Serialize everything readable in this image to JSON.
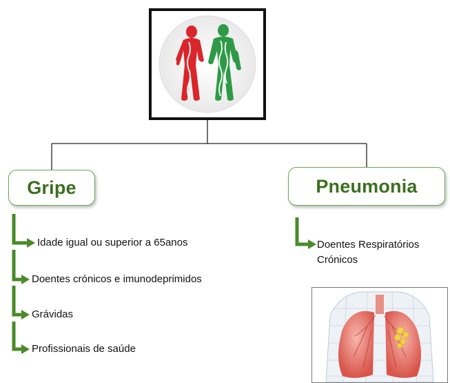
{
  "logo": {
    "icon": "two-human-figures-red-green-logo",
    "colors": {
      "left": "#d9262a",
      "right": "#2e9a47"
    }
  },
  "branches": {
    "gripe": {
      "title": "Gripe",
      "items": [
        "Idade igual ou superior a 65anos",
        "Doentes crónicos e imunodeprimidos",
        "Grávidas",
        "Profissionais de saúde"
      ]
    },
    "pneumonia": {
      "title": "Pneumonia",
      "items": [
        "Doentes Respiratórios Crónicos"
      ],
      "image": "lungs-illustration"
    }
  },
  "colors": {
    "accent": "#3c6e1f",
    "arrow": "#4a8a2a",
    "border": "#6aa84f"
  }
}
